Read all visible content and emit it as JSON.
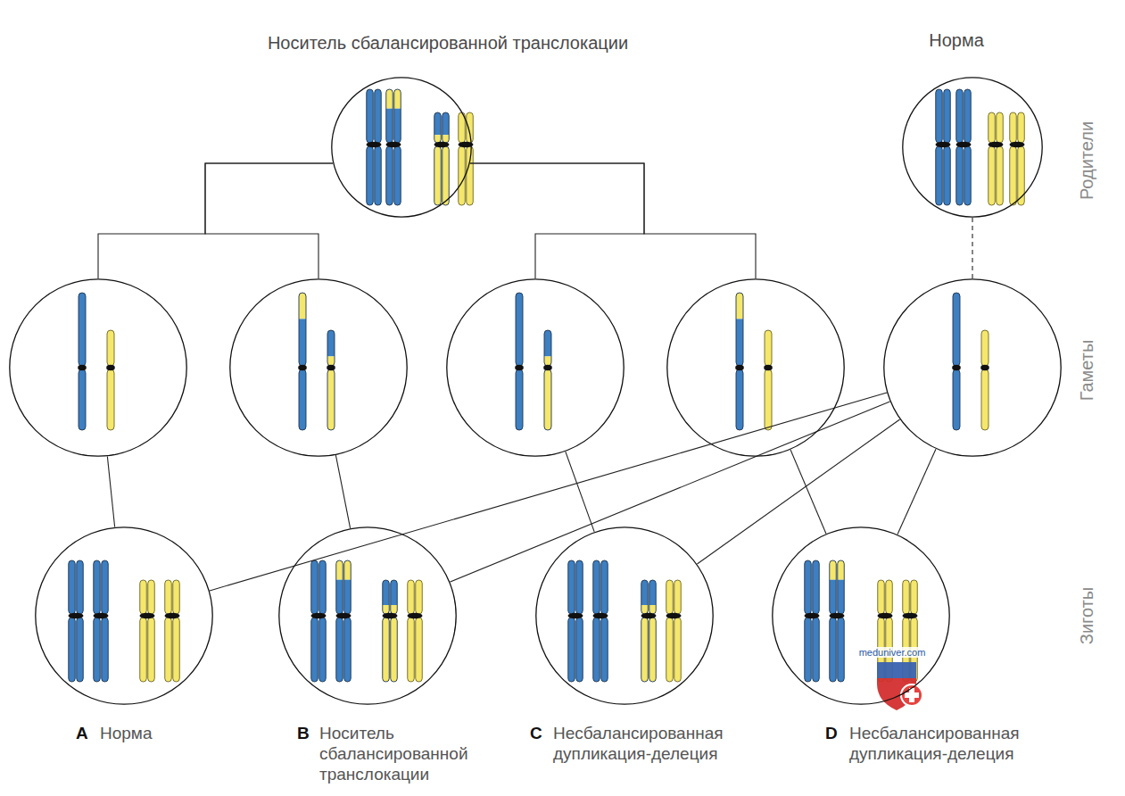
{
  "diagram": {
    "nodes": [
      {
        "text": [
          "Носитель сбалансированной транслокации"
        ]
      },
      {
        "text": [
          "Норма"
        ]
      },
      {
        "text": []
      },
      {
        "text": []
      },
      {
        "text": []
      },
      {
        "text": []
      },
      {
        "text": []
      },
      {
        "text": [
          "A",
          "Норма"
        ]
      },
      {
        "text": [
          "B",
          "Носитель сбалансированной транслокации"
        ]
      },
      {
        "text": [
          "C",
          "Несбалансированная дупликация-делеция"
        ]
      },
      {
        "text": [
          "D",
          "Несбалансированная дупликация-делеция"
        ]
      }
    ],
    "edges": [
      {
        "from": 0,
        "to": 2,
        "arrow": "none"
      },
      {
        "from": 0,
        "to": 3,
        "arrow": "none"
      },
      {
        "from": 0,
        "to": 4,
        "arrow": "none"
      },
      {
        "from": 0,
        "to": 5,
        "arrow": "none"
      },
      {
        "from": 1,
        "to": 6,
        "arrow": "none"
      },
      {
        "from": 2,
        "to": 7,
        "arrow": "none"
      },
      {
        "from": 6,
        "to": 7,
        "arrow": "none"
      },
      {
        "from": 3,
        "to": 8,
        "arrow": "none"
      },
      {
        "from": 6,
        "to": 8,
        "arrow": "none"
      },
      {
        "from": 4,
        "to": 9,
        "arrow": "none"
      },
      {
        "from": 6,
        "to": 9,
        "arrow": "none"
      },
      {
        "from": 5,
        "to": 10,
        "arrow": "none"
      },
      {
        "from": 6,
        "to": 10,
        "arrow": "none"
      }
    ],
    "labels": [
      "Родители",
      "Гаметы",
      "Зиготы",
      "meduniver.com"
    ]
  }
}
